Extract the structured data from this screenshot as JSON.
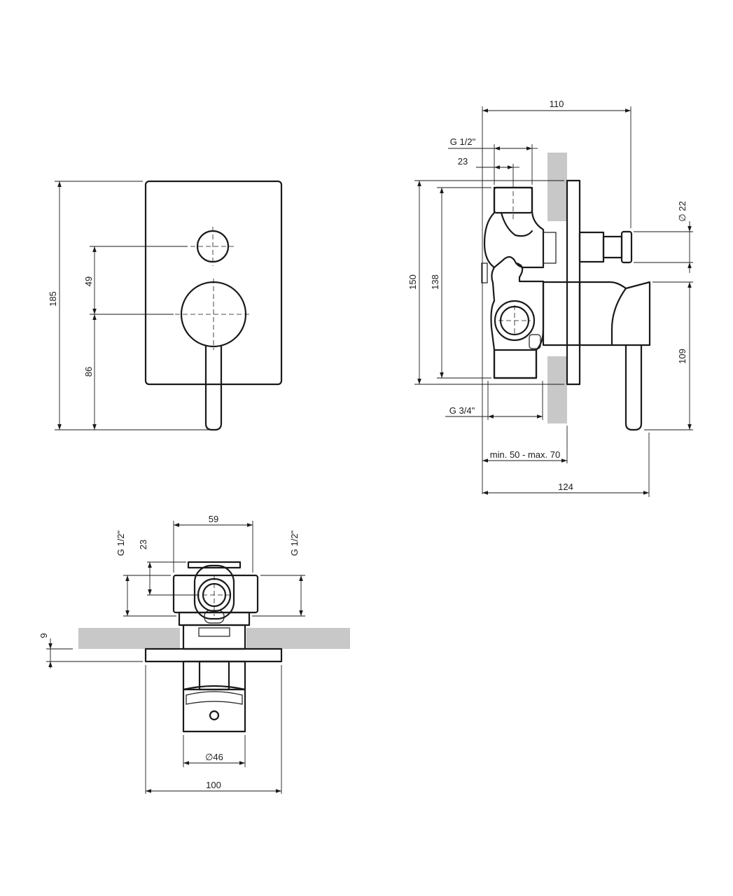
{
  "front_view": {
    "dim_height": "185",
    "dim_diverter": "49",
    "dim_lever": "86"
  },
  "side_view": {
    "dim_width_top": "110",
    "dim_inlet_thread": "G 1/2\"",
    "dim_inlet_offset": "23",
    "dim_outer_height": "150",
    "dim_inner_height": "138",
    "dim_knob_diameter": "∅ 22",
    "dim_lever_height": "109",
    "dim_outlet_thread": "G 3/4\"",
    "dim_wall_depth": "min. 50 - max. 70",
    "dim_total_depth": "124"
  },
  "top_view": {
    "dim_body_width": "59",
    "dim_left_thread": "G 1/2\"",
    "dim_offset": "23",
    "dim_right_thread": "G 1/2\"",
    "dim_plate_thickness": "9",
    "dim_handle_diameter": "∅46",
    "dim_plate_width": "100"
  }
}
